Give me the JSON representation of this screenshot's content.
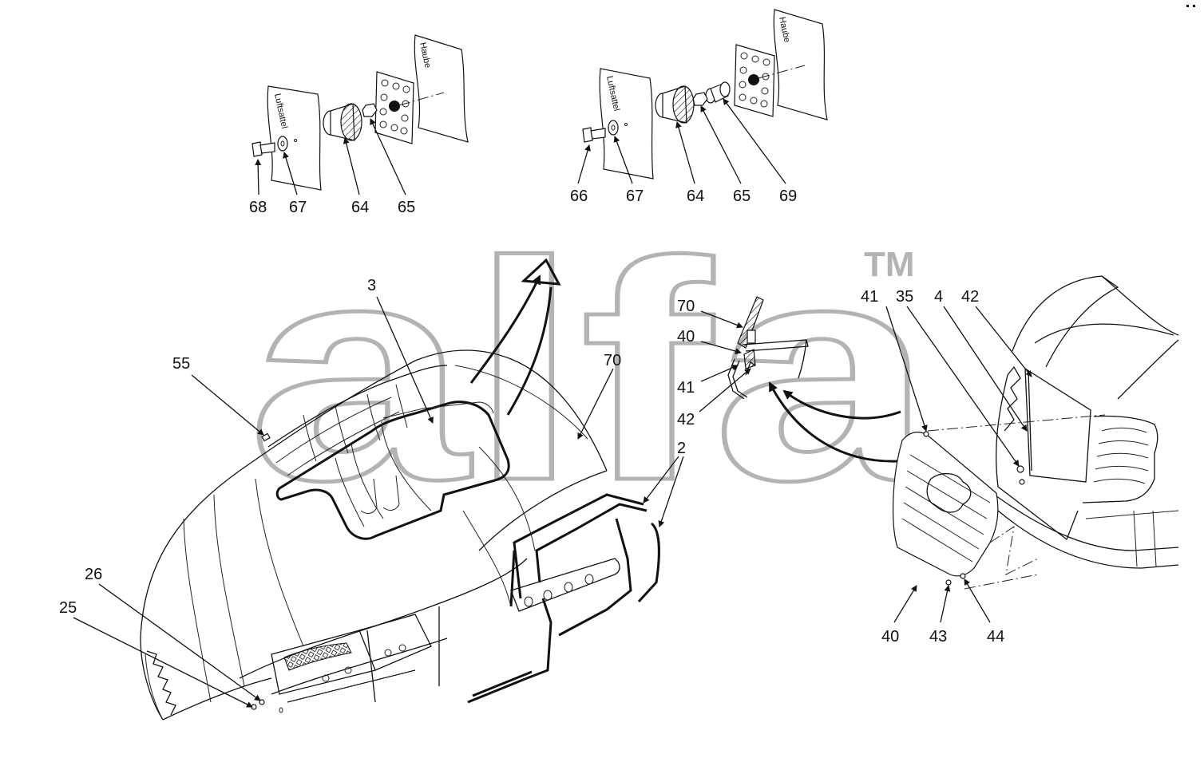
{
  "watermark": {
    "logo_text": "alfa",
    "trademark": "TM"
  },
  "detail_a": {
    "panel_left": "Luftsattel",
    "panel_right": "Haube",
    "callouts": [
      "68",
      "67",
      "64",
      "65"
    ]
  },
  "detail_b": {
    "panel_left": "Luftsattel",
    "panel_right": "Haube",
    "callouts": [
      "66",
      "67",
      "64",
      "65",
      "69"
    ]
  },
  "hood": {
    "callouts": {
      "c3": "3",
      "c55": "55",
      "c70": "70",
      "c2": "2",
      "c26": "26",
      "c25": "25"
    }
  },
  "section": {
    "callouts": {
      "c70": "70",
      "c40": "40",
      "c41": "41",
      "c42": "42"
    }
  },
  "grille": {
    "callouts": {
      "c41": "41",
      "c35": "35",
      "c4": "4",
      "c42": "42",
      "c40": "40",
      "c43": "43",
      "c44": "44"
    }
  },
  "colors": {
    "line": "#111111",
    "watermark": "#b3b3b3",
    "background": "#ffffff"
  }
}
